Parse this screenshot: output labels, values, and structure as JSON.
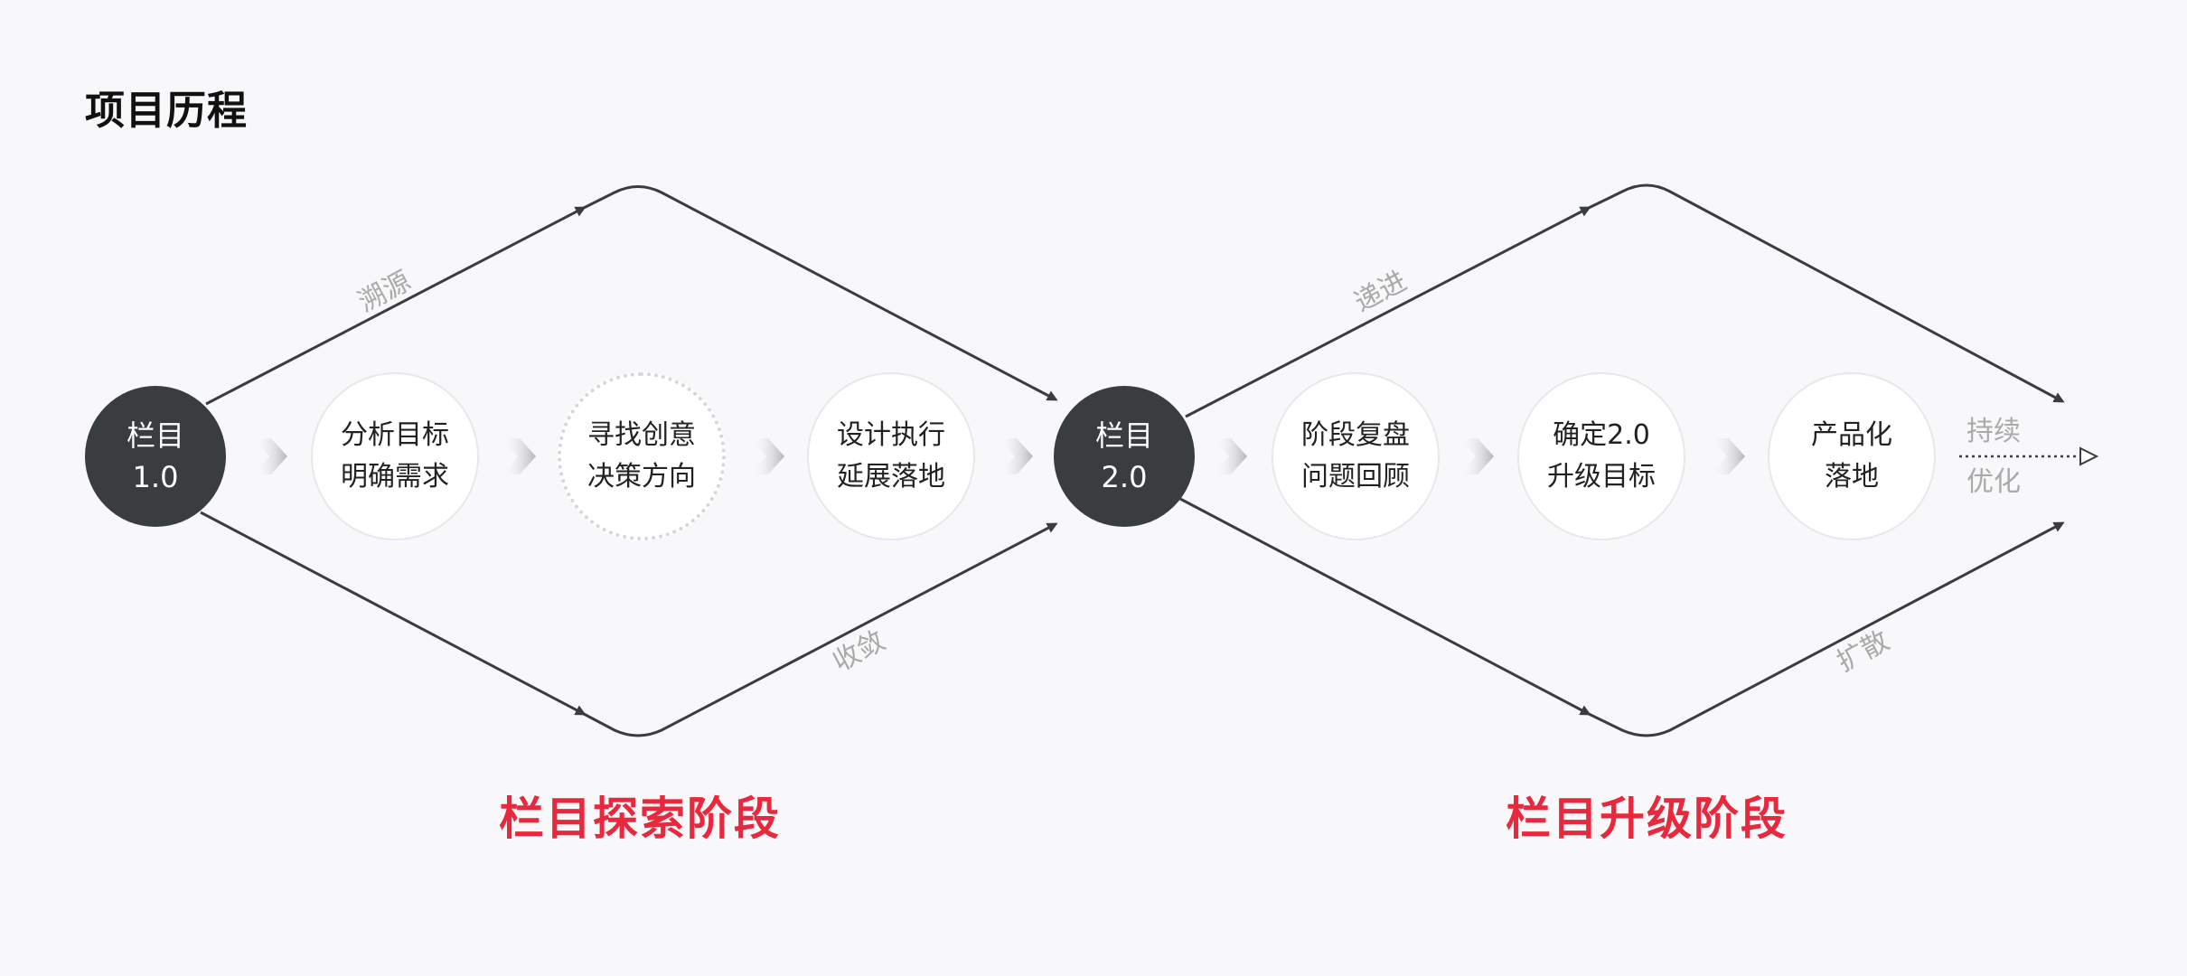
{
  "title": "项目历程",
  "nodes": {
    "v1": {
      "line1": "栏目",
      "line2": "1.0"
    },
    "v2": {
      "line1": "栏目",
      "line2": "2.0"
    }
  },
  "steps": [
    {
      "line1": "分析目标",
      "line2": "明确需求"
    },
    {
      "line1": "寻找创意",
      "line2": "决策方向"
    },
    {
      "line1": "设计执行",
      "line2": "延展落地"
    },
    {
      "line1": "阶段复盘",
      "line2": "问题回顾"
    },
    {
      "line1": "确定2.0",
      "line2": "升级目标"
    },
    {
      "line1": "产品化",
      "line2": "落地"
    }
  ],
  "edge_labels": {
    "trace": "溯源",
    "converge": "收敛",
    "advance": "递进",
    "expand": "扩散"
  },
  "continue": {
    "line1": "持续",
    "line2": "优化"
  },
  "phases": {
    "explore": "栏目探索阶段",
    "upgrade": "栏目升级阶段"
  },
  "colors": {
    "accent": "#e8283c",
    "dark_node": "#3a3d40",
    "line": "#3a3d40",
    "label_gray": "#aaaaaa"
  }
}
